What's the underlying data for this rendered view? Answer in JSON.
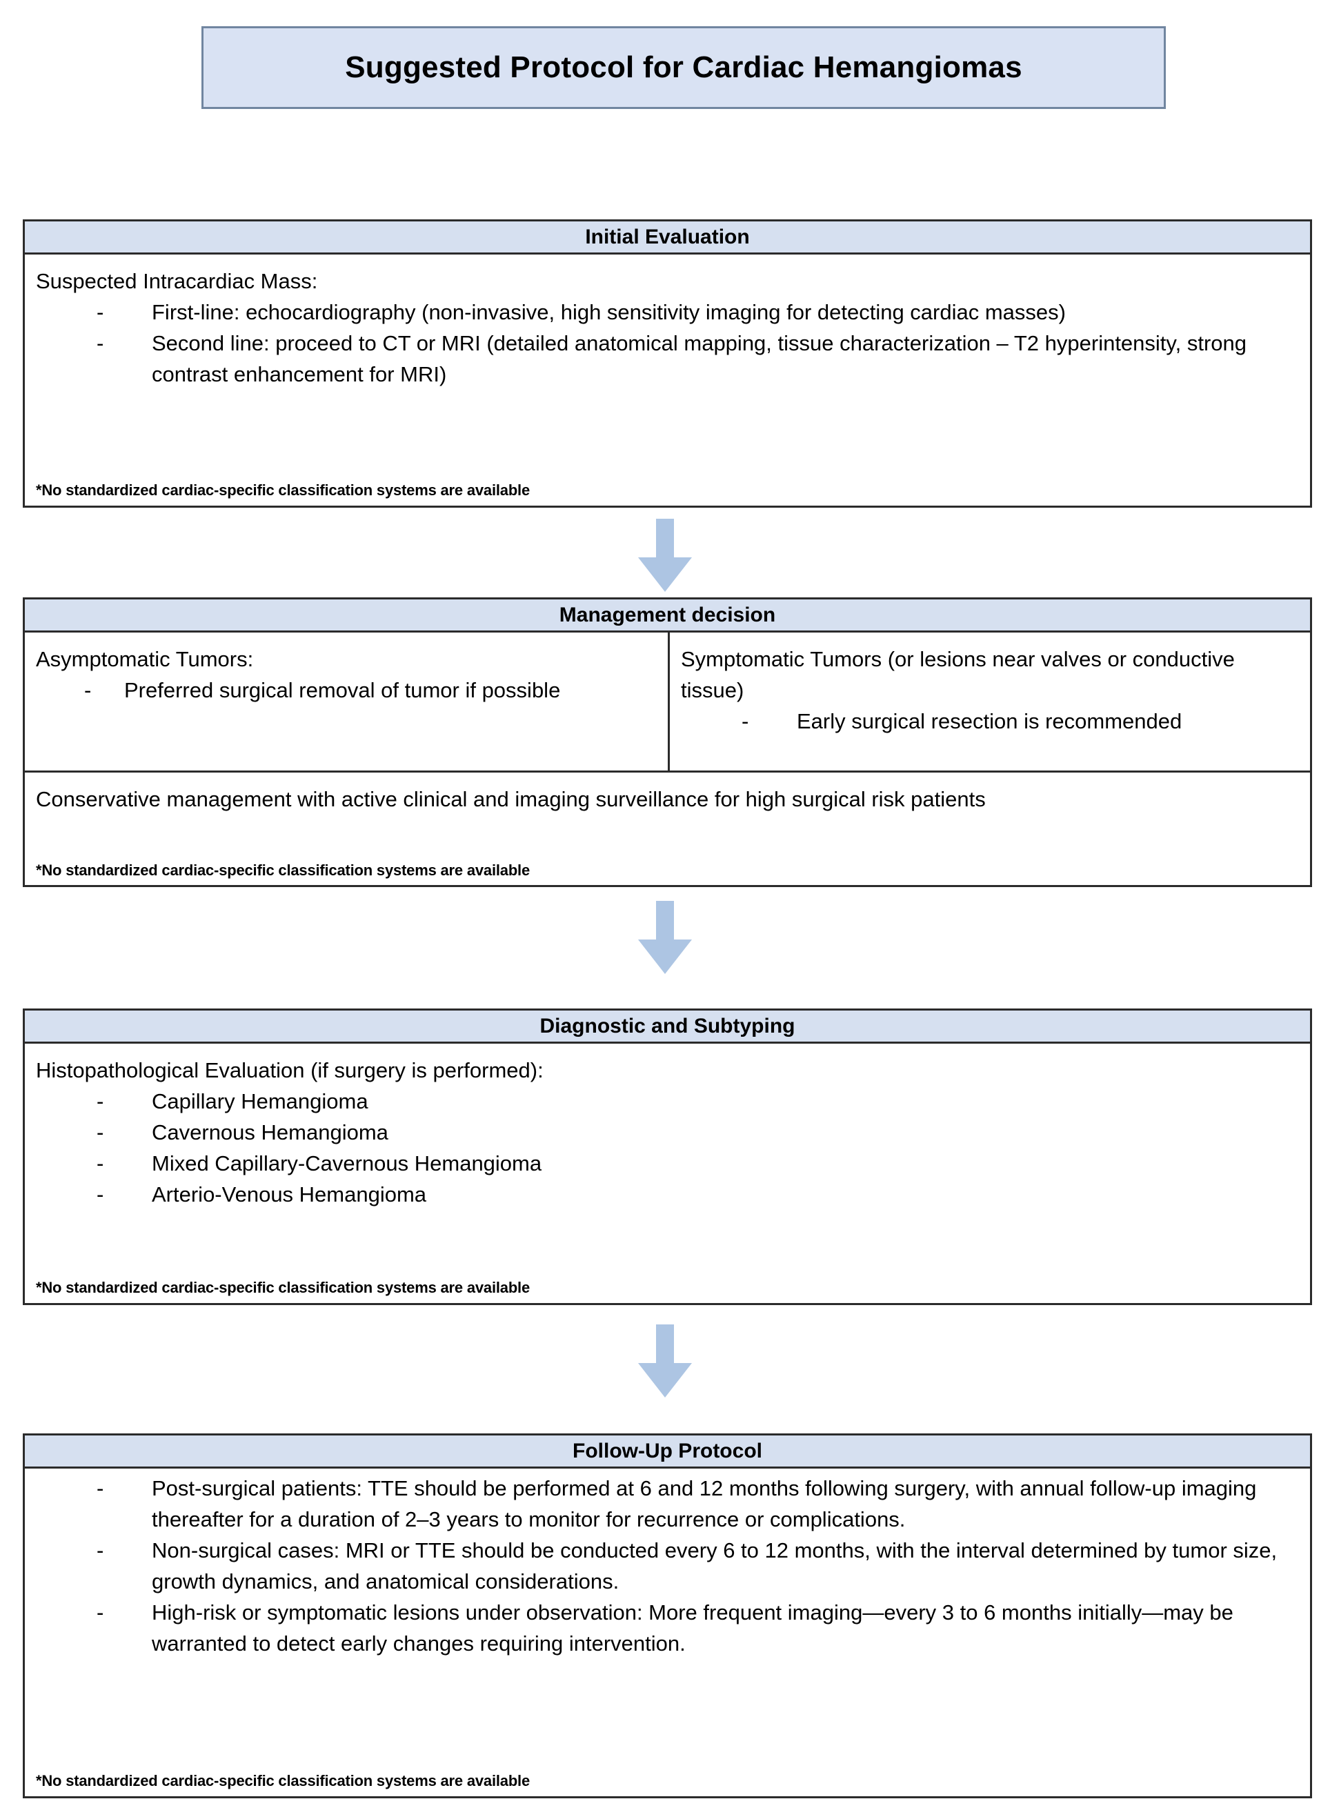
{
  "title": {
    "text": "Suggested Protocol for Cardiac Hemangiomas"
  },
  "colors": {
    "header_band": "#d6e0f0",
    "title_band": "#d9e2f3",
    "title_border": "#7186a0",
    "box_border": "#2b2b2b",
    "arrow": "#adc5e3"
  },
  "footnote": "*No standardized cardiac-specific classification systems are available",
  "sections": [
    {
      "id": "initial-evaluation",
      "header": "Initial Evaluation",
      "lead": "Suspected Intracardiac Mass:",
      "bullets": [
        "First-line: echocardiography (non-invasive, high sensitivity imaging for detecting cardiac masses)",
        "Second line: proceed to CT or MRI (detailed anatomical mapping, tissue characterization – T2 hyperintensity, strong contrast enhancement for MRI)"
      ],
      "bullet_marker": "-"
    },
    {
      "id": "management-decision",
      "header": "Management decision",
      "left_column": {
        "lead": "Asymptomatic Tumors:",
        "bullets": [
          "Preferred surgical removal of tumor if possible"
        ]
      },
      "right_column": {
        "lead": "Symptomatic Tumors (or lesions near valves or conductive tissue)",
        "bullets": [
          "Early surgical resection is recommended"
        ]
      },
      "tail": "Conservative management with active clinical and imaging surveillance for high surgical risk patients",
      "bullet_marker": "-"
    },
    {
      "id": "diagnostic-and-subtyping",
      "header": "Diagnostic and Subtyping",
      "lead": "Histopathological Evaluation (if surgery is performed):",
      "bullets": [
        "Capillary Hemangioma",
        "Cavernous Hemangioma",
        "Mixed Capillary-Cavernous Hemangioma",
        "Arterio-Venous Hemangioma"
      ],
      "bullet_marker": "-"
    },
    {
      "id": "follow-up-protocol",
      "header": "Follow-Up Protocol",
      "lead": "",
      "bullets": [
        "Post-surgical patients: TTE should be performed at 6 and 12 months following surgery, with annual follow-up imaging thereafter for a duration of 2–3 years to monitor for recurrence or complications.",
        "Non-surgical cases: MRI or TTE should be conducted every 6 to 12 months, with the interval determined by tumor size, growth dynamics, and anatomical considerations.",
        "High-risk or symptomatic lesions under observation: More frequent imaging—every 3 to 6 months initially—may be warranted to detect early changes requiring intervention."
      ],
      "bullet_marker": "-"
    }
  ],
  "arrows": [
    {
      "id": "arrow-1",
      "from": "initial-evaluation",
      "to": "management-decision"
    },
    {
      "id": "arrow-2",
      "from": "management-decision",
      "to": "diagnostic-and-subtyping"
    },
    {
      "id": "arrow-3",
      "from": "diagnostic-and-subtyping",
      "to": "follow-up-protocol"
    }
  ]
}
